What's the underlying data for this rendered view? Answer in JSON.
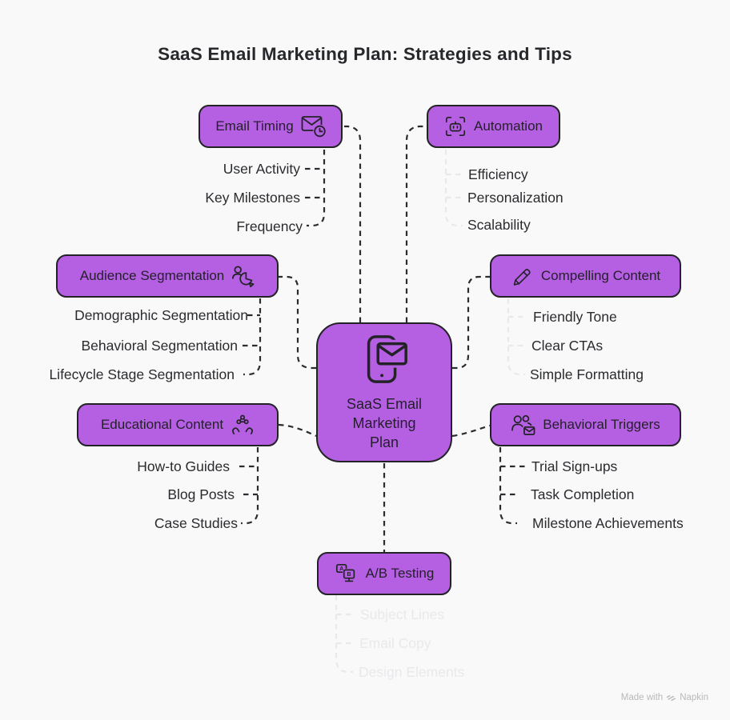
{
  "title": "SaaS Email Marketing Plan: Strategies and Tips",
  "center": {
    "label": "SaaS Email Marketing Plan",
    "icon": "phone-mail-icon"
  },
  "branches": [
    {
      "id": "email-timing",
      "label": "Email Timing",
      "icon": "mail-clock-icon",
      "children": [
        "User Activity",
        "Key Milestones",
        "Frequency"
      ]
    },
    {
      "id": "automation",
      "label": "Automation",
      "icon": "bot-scan-icon",
      "children": [
        "Efficiency",
        "Personalization",
        "Scalability"
      ]
    },
    {
      "id": "audience-segmentation",
      "label": "Audience Segmentation",
      "icon": "user-pie-icon",
      "children": [
        "Demographic Segmentation",
        "Behavioral Segmentation",
        "Lifecycle Stage Segmentation"
      ]
    },
    {
      "id": "compelling-content",
      "label": "Compelling Content",
      "icon": "pencil-icon",
      "children": [
        "Friendly Tone",
        "Clear CTAs",
        "Simple Formatting"
      ]
    },
    {
      "id": "educational-content",
      "label": "Educational Content",
      "icon": "hands-network-icon",
      "children": [
        "How-to Guides",
        "Blog Posts",
        "Case Studies"
      ]
    },
    {
      "id": "behavioral-triggers",
      "label": "Behavioral Triggers",
      "icon": "users-mail-icon",
      "children": [
        "Trial Sign-ups",
        "Task Completion",
        "Milestone Achievements"
      ]
    },
    {
      "id": "ab-testing",
      "label": "A/B Testing",
      "icon": "ab-screens-icon",
      "children_faded": true,
      "children": [
        "Subject Lines",
        "Email Copy",
        "Design Elements"
      ]
    }
  ],
  "footer": {
    "made_with": "Made with",
    "brand": "Napkin"
  },
  "colors": {
    "background": "#f9f9f9",
    "node_fill": "#b55fe3",
    "node_border": "#232327",
    "text": "#26282b",
    "connector": "#2b2c30",
    "faded": "#e9e9ec",
    "footer_text": "#b9b9b9"
  }
}
